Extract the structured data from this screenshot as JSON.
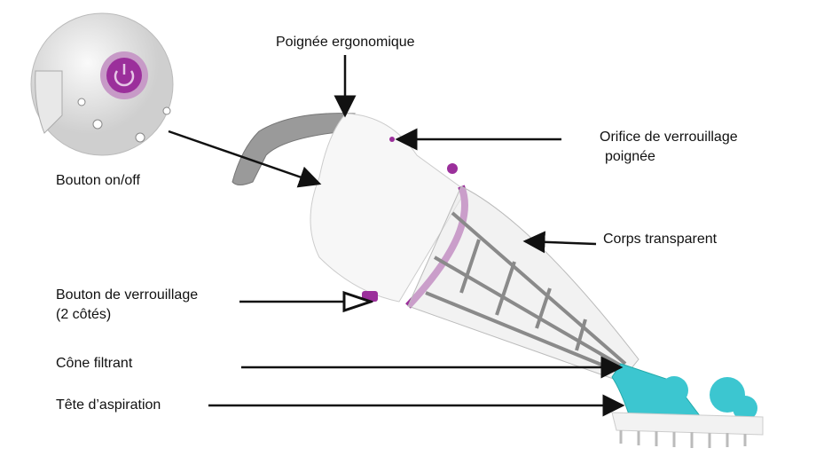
{
  "labels": {
    "handle": "Poignée ergonomique",
    "power_button": "Bouton on/off",
    "lock_hole_line1": "Orifice de verrouillage",
    "lock_hole_line2": "poignée",
    "body": "Corps transparent",
    "lock_button_line1": "Bouton de verrouillage",
    "lock_button_line2": "(2 côtés)",
    "filter_cone": "Cône filtrant",
    "suction_head": "Tête d’aspiration"
  },
  "colors": {
    "accent_purple": "#9b2f9b",
    "head_teal": "#3cc6d0",
    "handle_grey": "#9a9a9a"
  }
}
